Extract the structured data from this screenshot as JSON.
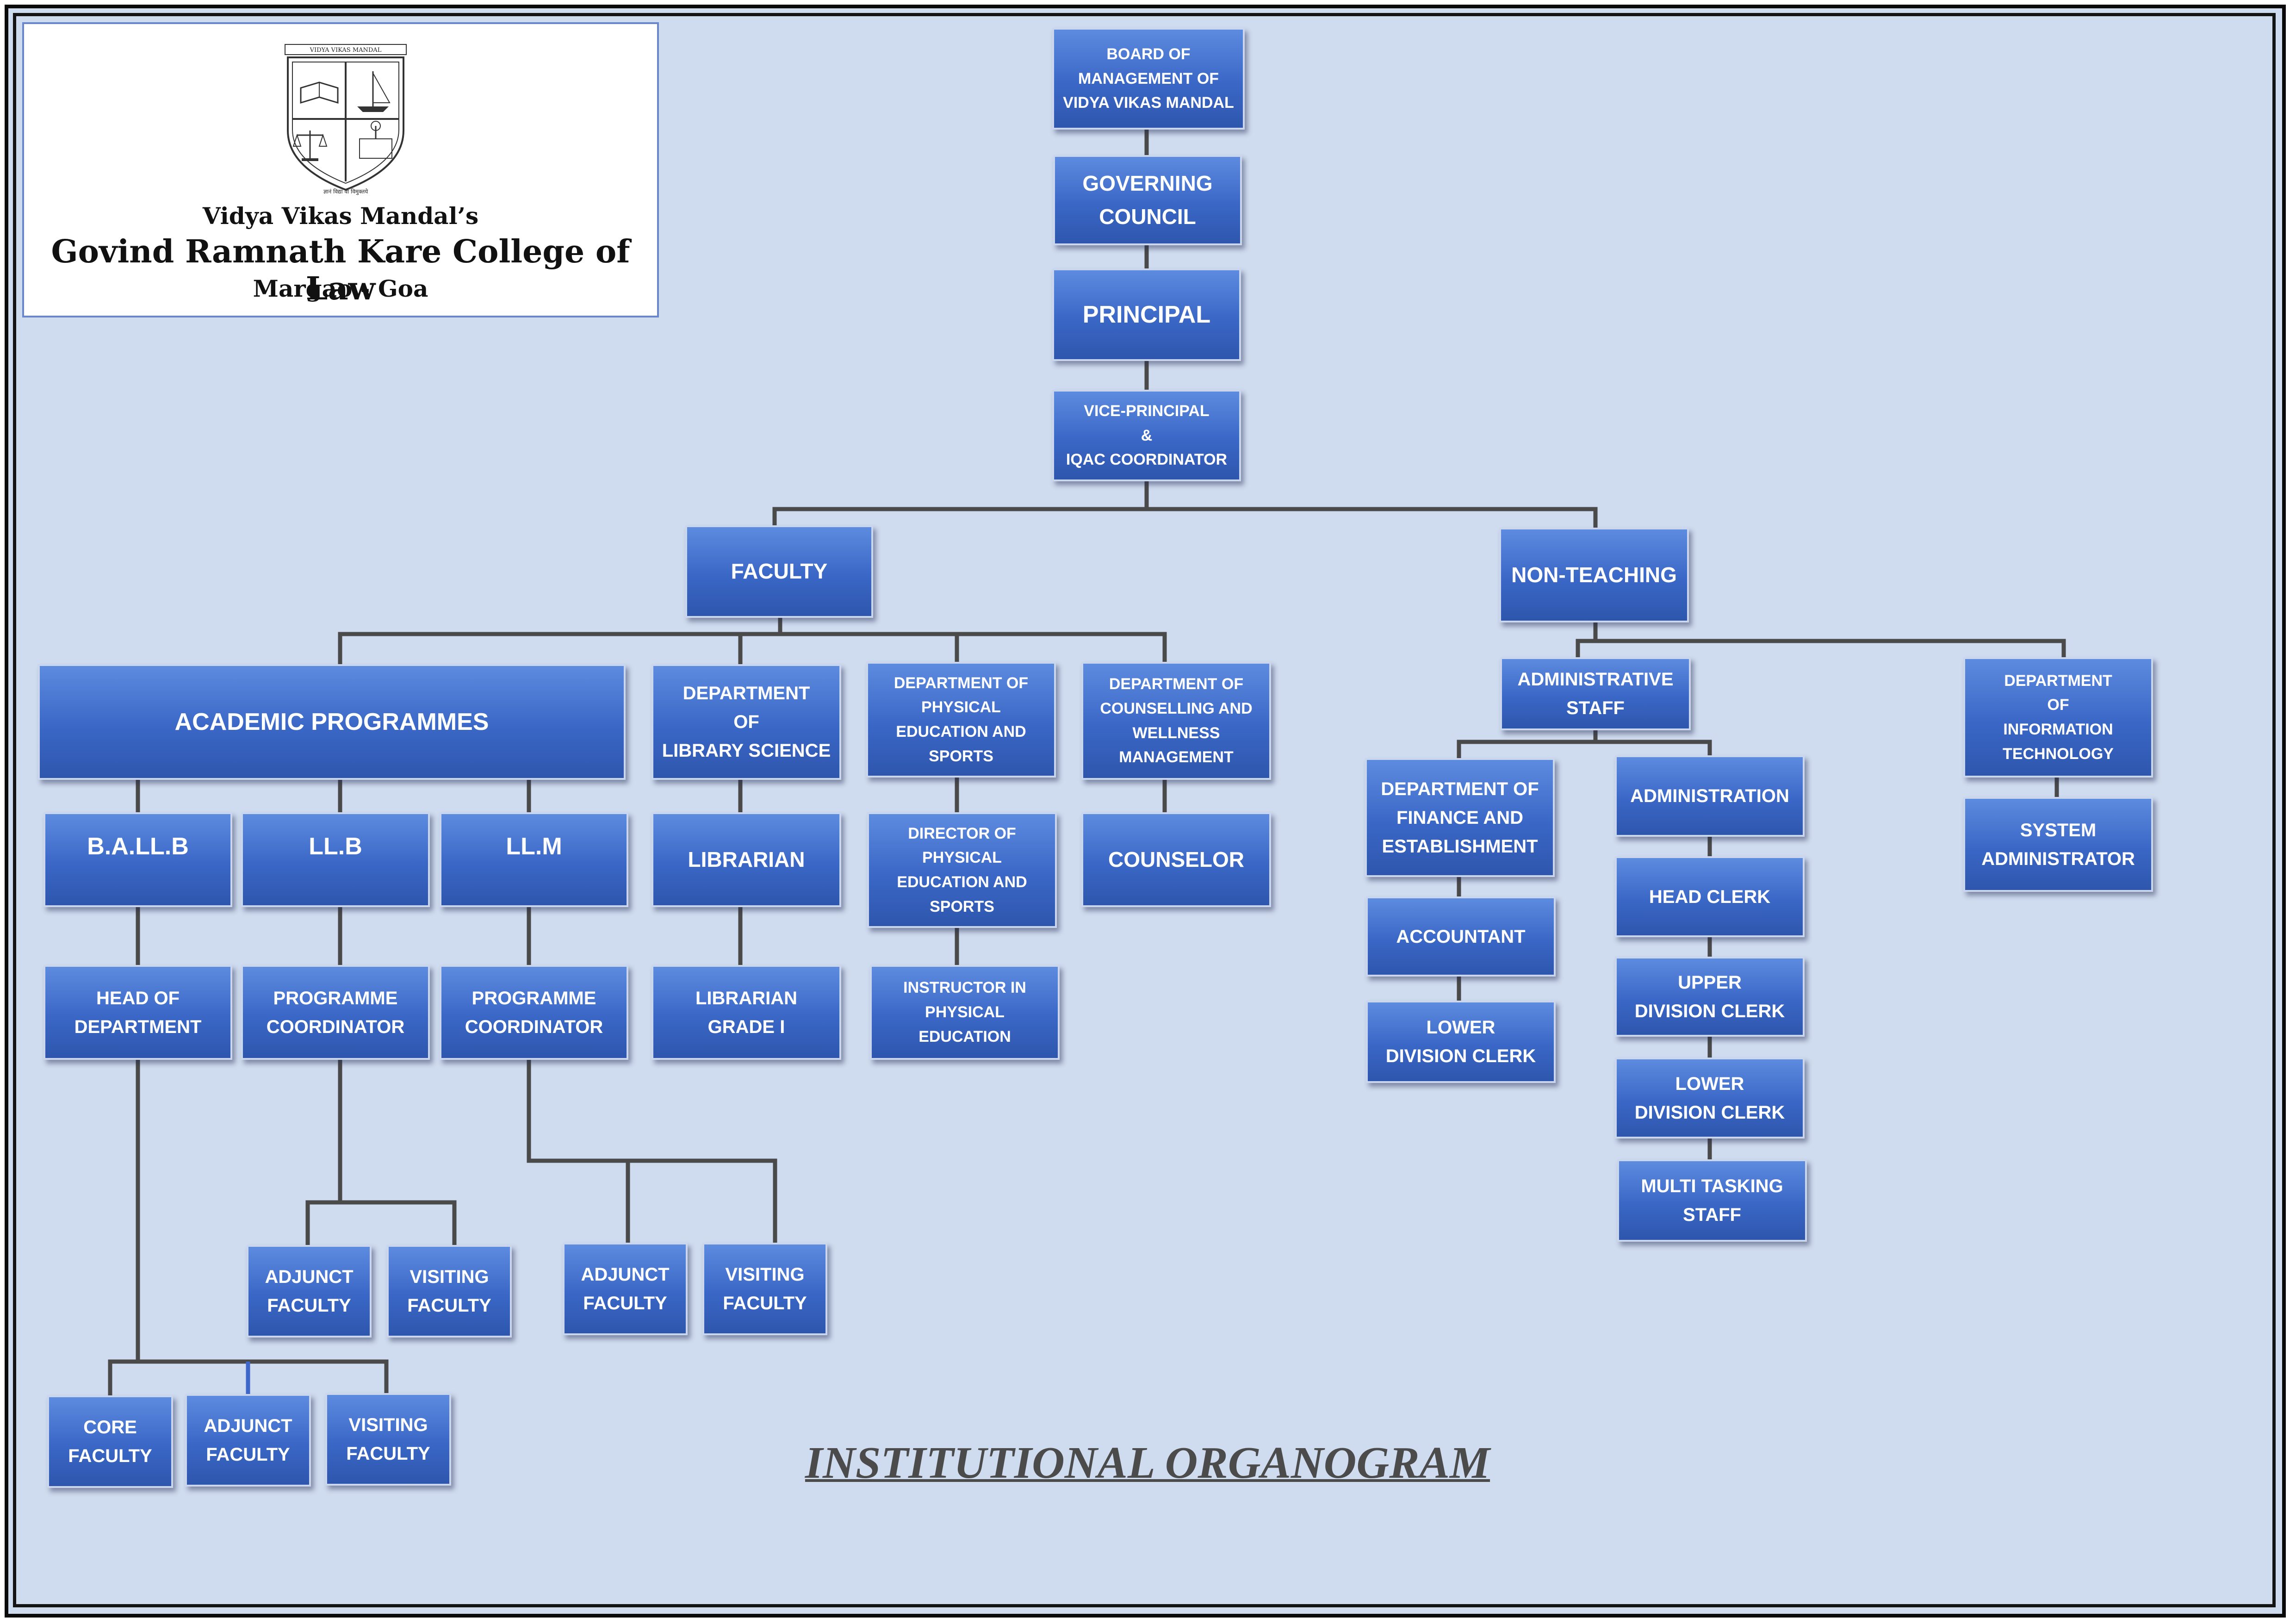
{
  "header": {
    "crest_motto": "VIDYA VIKAS MANDAL",
    "crest_subtext": "ज्ञानं विद्या वा विमुक्तये",
    "society": "Vidya Vikas Mandal’s",
    "college": "Govind Ramnath Kare College of Law",
    "location": "Margao - Goa"
  },
  "title": "INSTITUTIONAL ORGANOGRAM",
  "colors": {
    "background": "#cfdbee",
    "box_top": "#5d8bdf",
    "box_bottom": "#2e56ad",
    "connector": "#4a4a4a",
    "title_text": "#4b4b4b"
  },
  "nodes": {
    "board": "BOARD OF\nMANAGEMENT OF\nVIDYA VIKAS MANDAL",
    "governing_council": "GOVERNING\nCOUNCIL",
    "principal": "PRINCIPAL",
    "vice_principal": "VICE-PRINCIPAL\n&\nIQAC COORDINATOR",
    "faculty": "FACULTY",
    "non_teaching": "NON-TEACHING",
    "academic_programmes": "ACADEMIC PROGRAMMES",
    "dept_library": "DEPARTMENT\nOF\nLIBRARY SCIENCE",
    "dept_physical": "DEPARTMENT OF\nPHYSICAL\nEDUCATION AND\nSPORTS",
    "dept_counselling": "DEPARTMENT OF\nCOUNSELLING AND\nWELLNESS\nMANAGEMENT",
    "ballb": "B.A.LL.B",
    "llb": "LL.B",
    "llm": "LL.M",
    "librarian": "LIBRARIAN",
    "director_physical": "DIRECTOR OF\nPHYSICAL\nEDUCATION AND\nSPORTS",
    "counselor": "COUNSELOR",
    "head_of_department": "HEAD OF\nDEPARTMENT",
    "llb_coordinator": "PROGRAMME\nCOORDINATOR",
    "llm_coordinator": "PROGRAMME\nCOORDINATOR",
    "librarian_grade1": "LIBRARIAN\nGRADE I",
    "instructor_physical": "INSTRUCTOR IN\nPHYSICAL\nEDUCATION",
    "llb_adjunct": "ADJUNCT\nFACULTY",
    "llb_visiting": "VISITING\nFACULTY",
    "llm_adjunct": "ADJUNCT\nFACULTY",
    "llm_visiting": "VISITING\nFACULTY",
    "ballb_core": "CORE\nFACULTY",
    "ballb_adjunct": "ADJUNCT\nFACULTY",
    "ballb_visiting": "VISITING\nFACULTY",
    "administrative_staff": "ADMINISTRATIVE\nSTAFF",
    "dept_it": "DEPARTMENT\nOF\nINFORMATION\nTECHNOLOGY",
    "dept_finance": "DEPARTMENT OF\nFINANCE AND\nESTABLISHMENT",
    "administration": "ADMINISTRATION",
    "system_admin": "SYSTEM\nADMINISTRATOR",
    "accountant": "ACCOUNTANT",
    "finance_ldc": "LOWER\nDIVISION CLERK",
    "head_clerk": "HEAD CLERK",
    "udc": "UPPER\nDIVISION CLERK",
    "admin_ldc": "LOWER\nDIVISION CLERK",
    "multi_tasking": "MULTI TASKING\nSTAFF"
  }
}
